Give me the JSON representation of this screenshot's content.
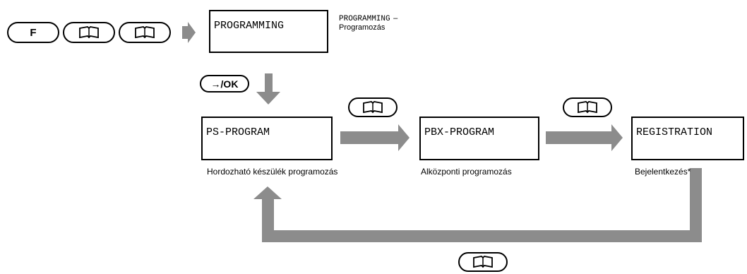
{
  "keys": {
    "f_label": "F",
    "ok_label": "→/OK"
  },
  "displays": {
    "programming": "PROGRAMMING",
    "ps_program": "PS-PROGRAM",
    "pbx_program": "PBX-PROGRAM",
    "registration": "REGISTRATION"
  },
  "notes": {
    "programming_mono": "PROGRAMMING",
    "programming_dash": "–",
    "programming_hu": "Programozás"
  },
  "captions": {
    "ps_program": "Hordozható készülék programozás",
    "pbx_program": "Alközponti programozás",
    "registration": "Bejelentkezés*"
  },
  "icons": {
    "directory": "book-icon",
    "flow_arrow": "arrow-right-icon",
    "loop": "loop-arrow"
  },
  "colors": {
    "arrow_gray": "#8c8c8c",
    "outline": "#000000"
  }
}
